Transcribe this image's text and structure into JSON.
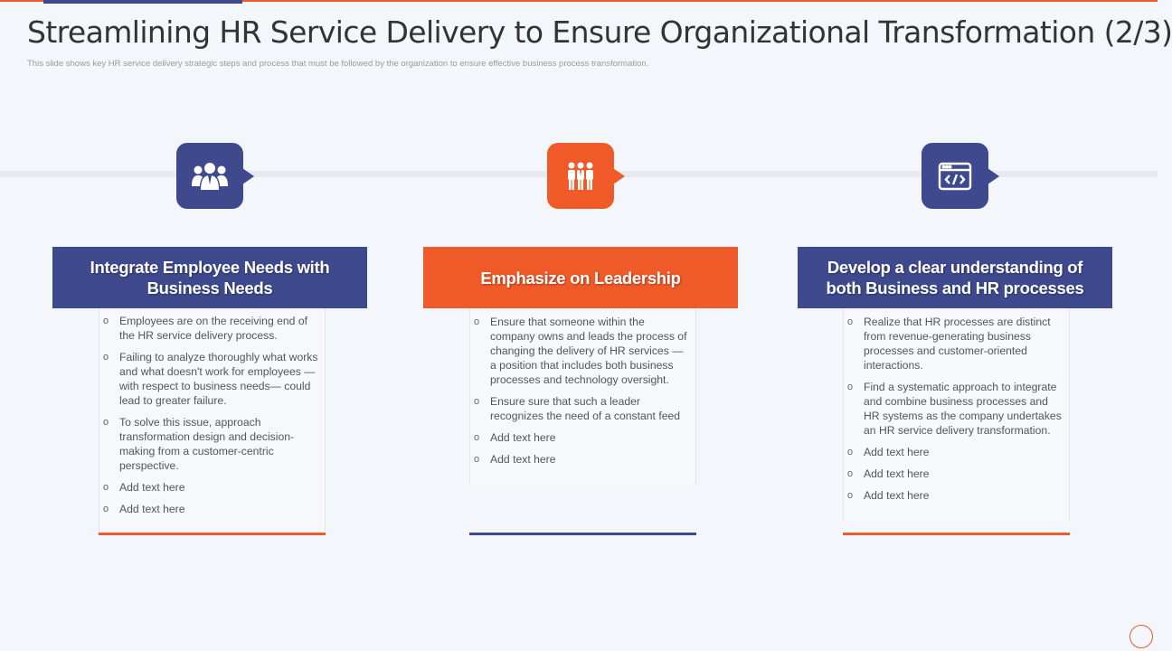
{
  "slide": {
    "title": "Streamlining HR Service Delivery to Ensure Organizational Transformation (2/3)",
    "subtitle": "This slide shows key HR service delivery strategic steps and process that must be followed by the organization to ensure effective business process transformation."
  },
  "colors": {
    "navy": "#3f4a8e",
    "orange": "#f05a28"
  },
  "columns": [
    {
      "icon": "team-icon",
      "header": "Integrate Employee Needs with Business Needs",
      "bullets": [
        "Employees are on the receiving  end of the HR service delivery process.",
        "Failing to analyze thoroughly what works and what doesn't work for employees — with respect to business needs— could lead to greater failure.",
        "To solve this issue, approach transformation design and decision-making from a customer-centric perspective.",
        "Add text here",
        "Add text here"
      ]
    },
    {
      "icon": "group-people-icon",
      "header": "Emphasize on Leadership",
      "bullets": [
        "Ensure that someone within the company owns and leads the process of changing the delivery of HR services — a position that includes both business processes and technology oversight.",
        "Ensure sure that such a leader recognizes the need of a constant feed",
        "Add text here",
        "Add text here"
      ]
    },
    {
      "icon": "code-window-icon",
      "header": "Develop a clear understanding of both Business and HR processes",
      "bullets": [
        "Realize that HR processes are distinct from revenue-generating business processes and customer-oriented interactions.",
        "Find a systematic approach to integrate and combine business processes and HR systems as the company undertakes an HR service delivery transformation.",
        "Add text here",
        "Add text here",
        "Add text here"
      ]
    }
  ]
}
